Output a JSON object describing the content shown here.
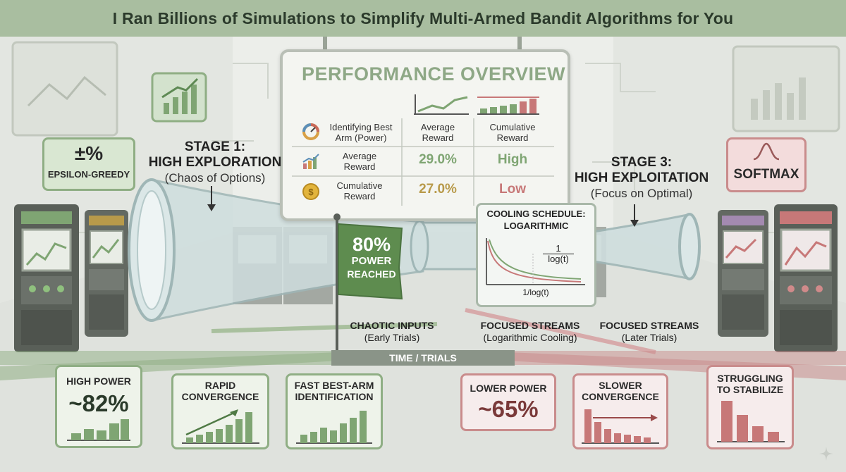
{
  "title": "I Ran Billions of Simulations to Simplify Multi-Armed Bandit Algorithms for You",
  "overview": {
    "heading": "PERFORMANCE OVERVIEW",
    "header_row": [
      "Identifying Best\nArm (Power)",
      "Average\nReward",
      "Cumulative\nReward"
    ],
    "rows": [
      {
        "label": "Average\nReward",
        "icon": "bar-chart-icon",
        "value1": "29.0%",
        "value2": "High"
      },
      {
        "label": "Cumulative\nReward",
        "icon": "coin-icon",
        "value1": "27.0%",
        "value2": "Low"
      }
    ]
  },
  "stages": {
    "stage1_title": "STAGE 1:",
    "stage1_sub": "HIGH EXPLORATION",
    "stage1_note": "(Chaos of Options)",
    "stage3_title": "STAGE 3:",
    "stage3_sub": "HIGH EXPLOITATION",
    "stage3_note": "(Focus on Optimal)"
  },
  "badges": {
    "epsilon_symbol": "±%",
    "epsilon_label": "EPSILON-GREEDY",
    "softmax_label": "SOFTMAX"
  },
  "flag": {
    "line1": "80%",
    "line2": "POWER",
    "line3": "REACHED"
  },
  "cooling": {
    "title1": "COOLING SCHEDULE:",
    "title2": "LOGARITHMIC",
    "fraction_num": "1",
    "fraction_den": "log(t)",
    "axis_label": "1/log(t)"
  },
  "captions": {
    "chaotic": "CHAOTIC INPUTS",
    "chaotic_sub": "(Early Trials)",
    "focused1": "FOCUSED STREAMS",
    "focused1_sub": "(Logarithmic Cooling)",
    "focused2": "FOCUSED STREAMS",
    "focused2_sub": "(Later Trials)"
  },
  "timeline": "TIME / TRIALS",
  "cards": {
    "high_power_label": "HIGH POWER",
    "high_power_value": "~82%",
    "rapid_label": "RAPID\nCONVERGENCE",
    "fast_label": "FAST BEST-ARM\nIDENTIFICATION",
    "lower_power_label": "LOWER POWER",
    "lower_power_value": "~65%",
    "slower_label": "SLOWER\nCONVERGENCE",
    "struggling_label": "STRUGGLING\nTO STABILIZE"
  },
  "colors": {
    "green": "#7fa573",
    "red": "#c77878",
    "gold": "#b89a4a",
    "title_bg": "#a9bea0"
  }
}
